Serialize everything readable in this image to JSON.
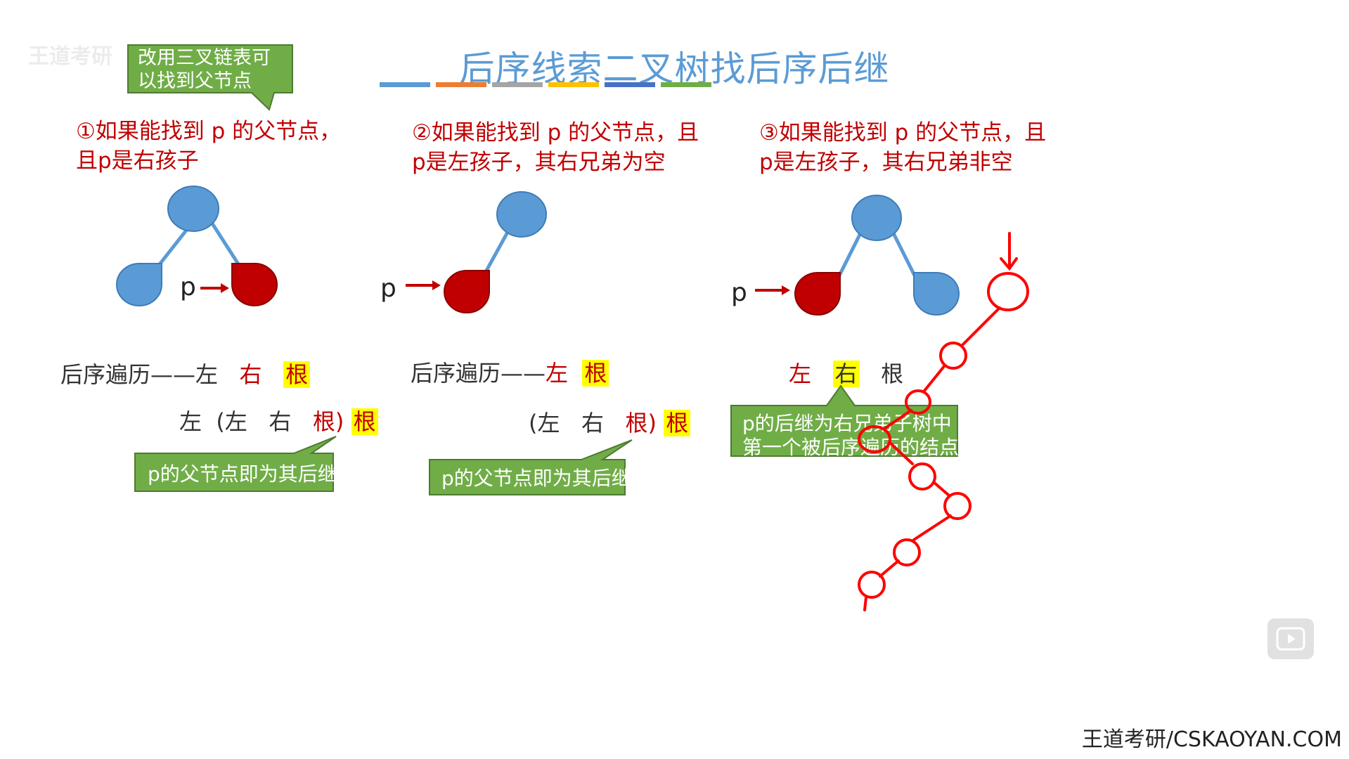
{
  "title": "后序线索二叉树找后序后继",
  "logo": "王道考研",
  "tip_triple_link": "改用三叉链表可\n以找到父节点",
  "cases": [
    {
      "condition": "①如果能找到 p 的父节点，\n且p是右孩子",
      "traversal_prefix": "后序遍历——左",
      "traversal_right": "右",
      "traversal_root": "根",
      "line2_left": "左",
      "line2_open": "(左",
      "line2_mid": "右",
      "line2_root_inner": "根)",
      "line2_root": "根",
      "callout": "p的父节点即为其后继",
      "p_label": "p"
    },
    {
      "condition": "②如果能找到 p 的父节点，且\np是左孩子，其右兄弟为空",
      "traversal_prefix": "后序遍历——",
      "traversal_left": "左",
      "traversal_root": "根",
      "line2_open": "(左",
      "line2_mid": "右",
      "line2_root_inner": "根)",
      "line2_root": "根",
      "callout": "p的父节点即为其后继",
      "p_label": "p"
    },
    {
      "condition": "③如果能找到 p 的父节点，且\np是左孩子，其右兄弟非空",
      "traversal_left": "左",
      "traversal_right": "右",
      "traversal_root": "根",
      "callout": "p的后继为右兄弟子树中\n第一个被后序遍历的结点",
      "p_label": "p"
    }
  ],
  "footer": "王道考研/CSKAOYAN.COM",
  "colors": {
    "title": "#5b9bd5",
    "node_blue": "#5b9bd5",
    "node_red": "#c00000",
    "callout_green": "#70ad47",
    "annotation_red": "#ff0000",
    "stripe": [
      "#5b9bd5",
      "#ed7d31",
      "#a5a5a5",
      "#ffc000",
      "#4472c4",
      "#70ad47"
    ]
  },
  "icons": {
    "play": "play-icon"
  }
}
